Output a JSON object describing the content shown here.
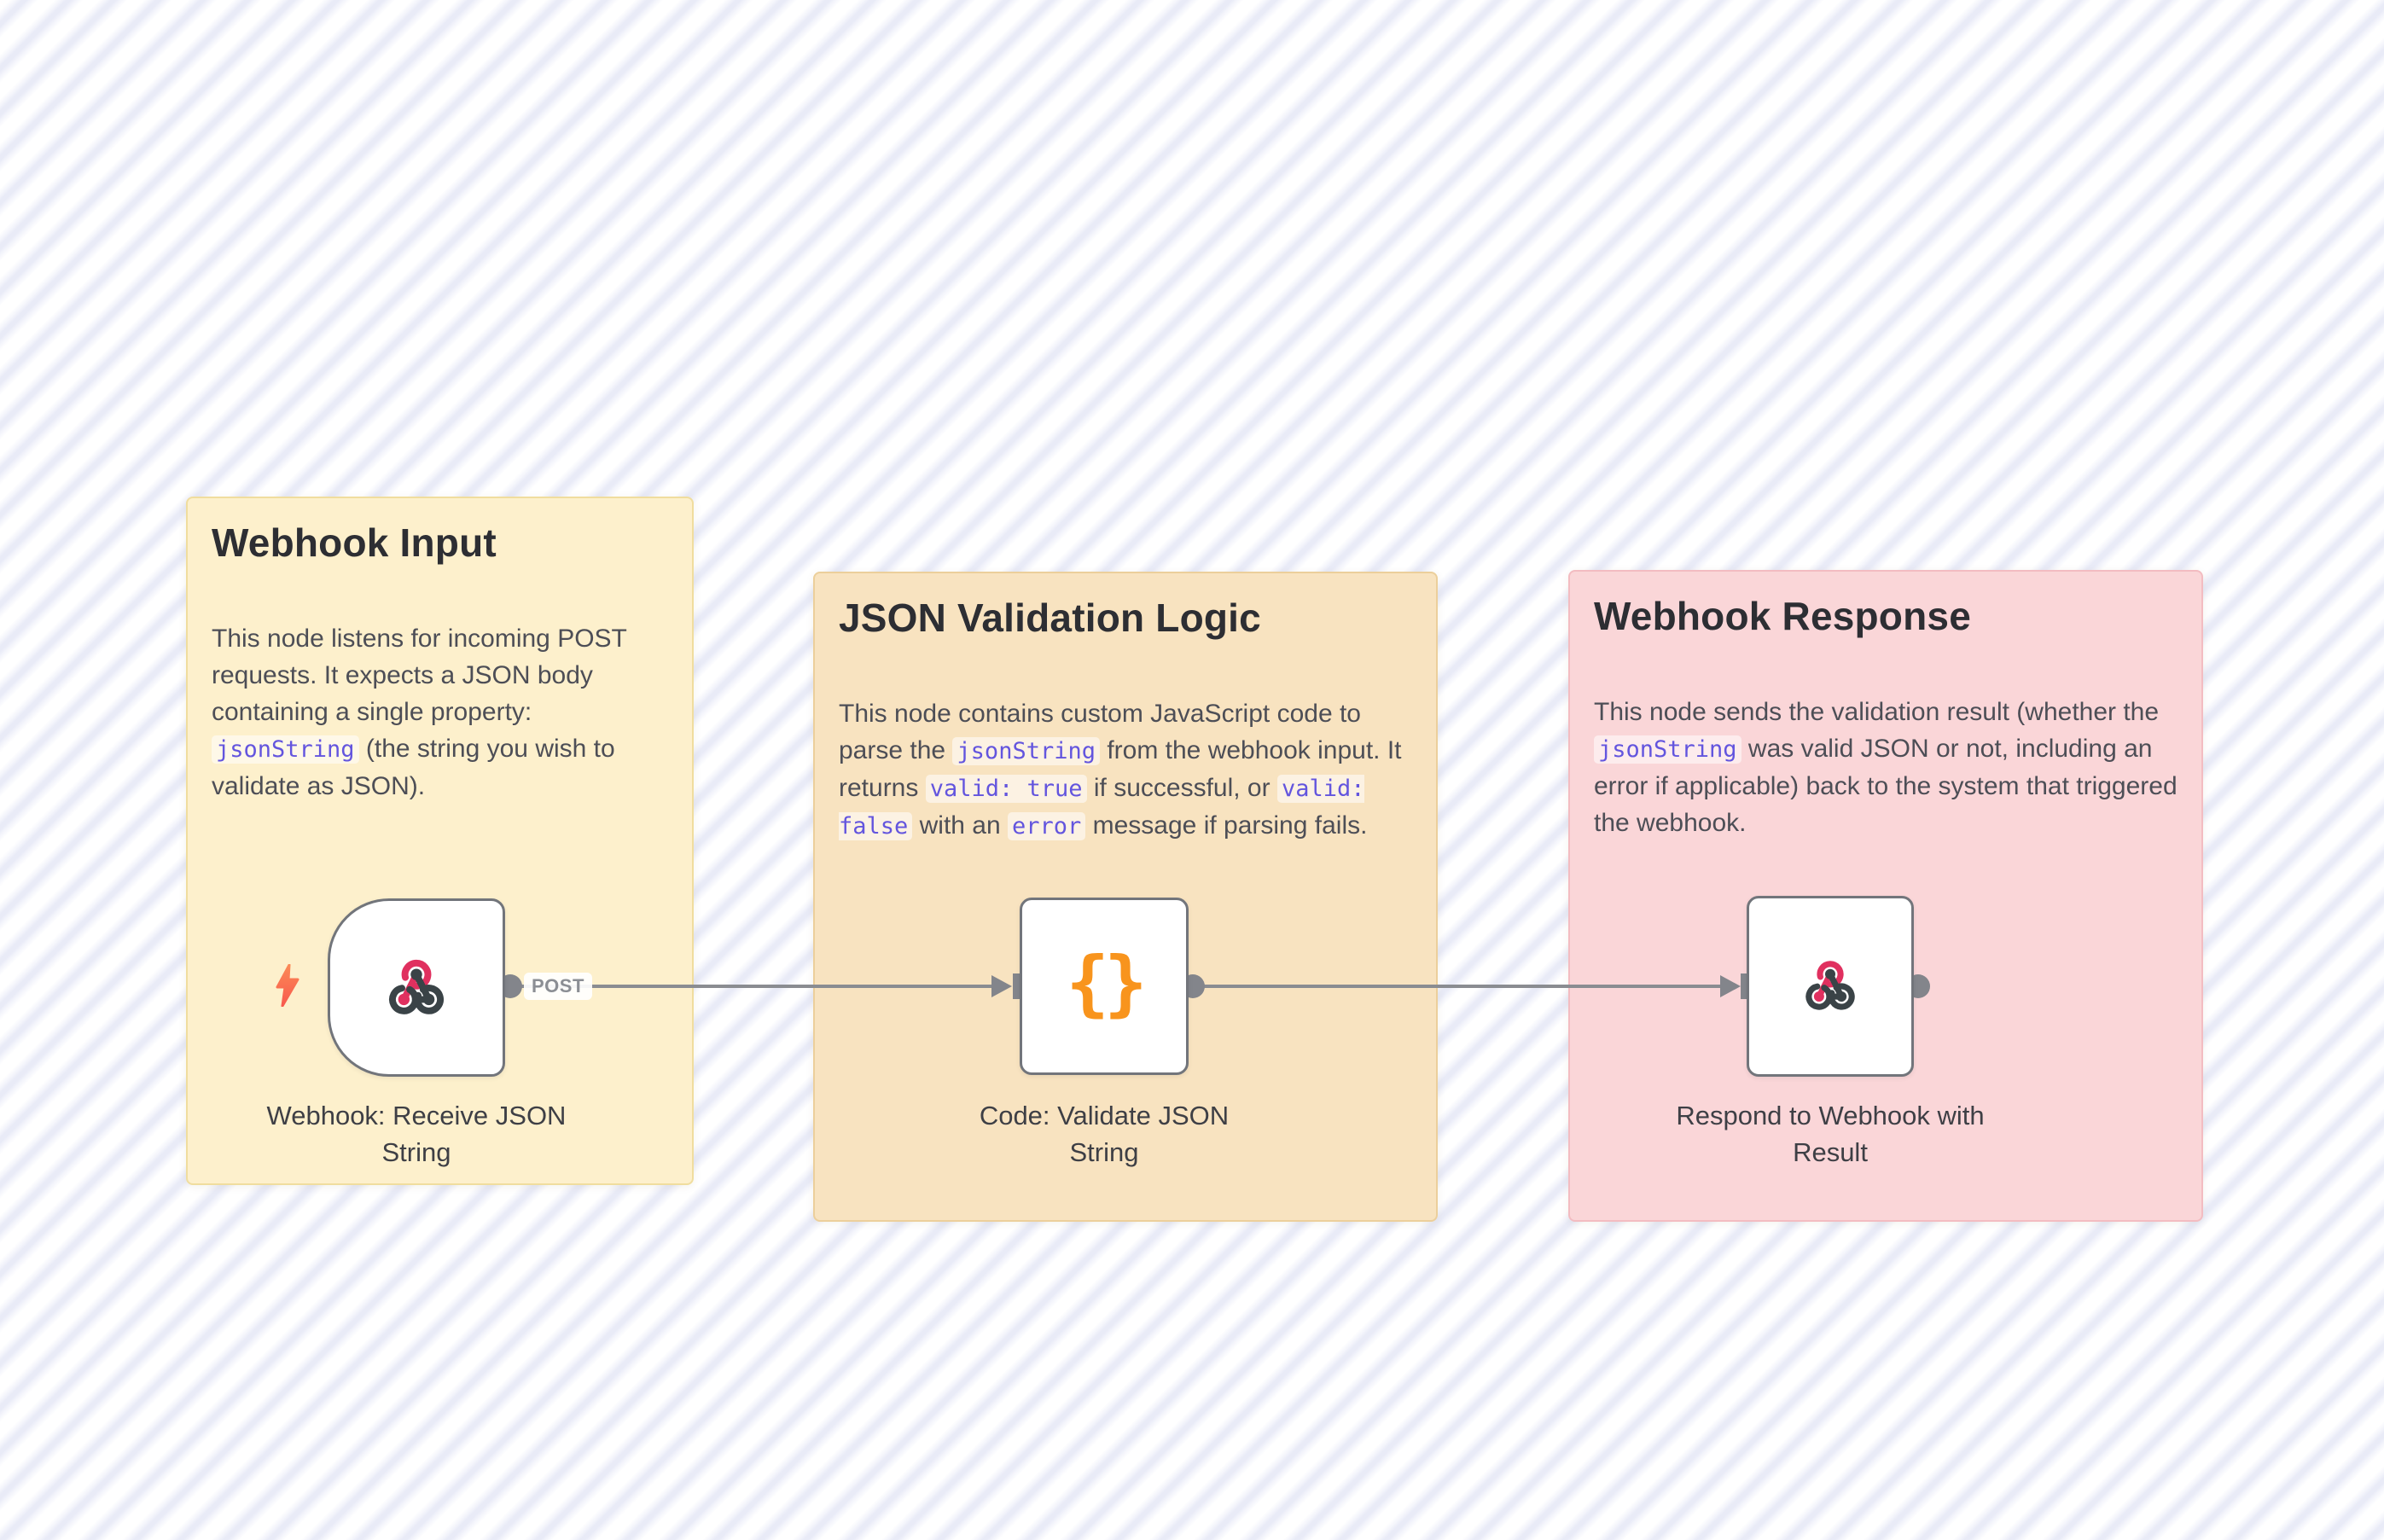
{
  "canvas": {
    "background_base_color": "#ffffff",
    "background_stripe_color": "#e9ebf7"
  },
  "notes": [
    {
      "title": "Webhook Input",
      "body": [
        {
          "text": "This node listens for incoming POST requests. It expects a JSON body containing a single property: "
        },
        {
          "code": "jsonString"
        },
        {
          "text": " (the string you wish to validate as JSON)."
        }
      ],
      "colors": {
        "bg": "#fdf0cc",
        "border": "#f0dd9e"
      }
    },
    {
      "title": "JSON Validation Logic",
      "body": [
        {
          "text": "This node contains custom JavaScript code to parse the "
        },
        {
          "code": "jsonString"
        },
        {
          "text": " from the webhook input. It returns "
        },
        {
          "code": "valid: true"
        },
        {
          "text": " if successful, or "
        },
        {
          "code": "valid: false"
        },
        {
          "text": " with an "
        },
        {
          "code": "error"
        },
        {
          "text": " message if parsing fails."
        }
      ],
      "colors": {
        "bg": "#f8e3c0",
        "border": "#eccf9b"
      }
    },
    {
      "title": "Webhook Response",
      "body": [
        {
          "text": "This node sends the validation result (whether the "
        },
        {
          "code": "jsonString"
        },
        {
          "text": " was valid JSON or not, including an error if applicable) back to the system that triggered the webhook."
        }
      ],
      "colors": {
        "bg": "#fad6d8",
        "border": "#f3bcc1"
      }
    }
  ],
  "nodes": [
    {
      "label": "Webhook: Receive JSON String",
      "icon": "webhook-icon",
      "trigger": true
    },
    {
      "label": "Code: Validate JSON String",
      "icon": "code-braces-icon",
      "icon_glyph": "{}"
    },
    {
      "label": "Respond to Webhook with Result",
      "icon": "webhook-icon"
    }
  ],
  "connections": [
    {
      "from": "Webhook: Receive JSON String",
      "to": "Code: Validate JSON String",
      "output_label": "POST"
    },
    {
      "from": "Code: Validate JSON String",
      "to": "Respond to Webhook with Result",
      "output_label": ""
    }
  ],
  "icon_colors": {
    "webhook_pink": "#e0305f",
    "webhook_dark": "#3a4347",
    "code_orange": "#f8941d",
    "bolt_coral_top": "#fb8a56",
    "bolt_coral_bottom": "#f85a4d",
    "connector_gray": "#83858b"
  }
}
